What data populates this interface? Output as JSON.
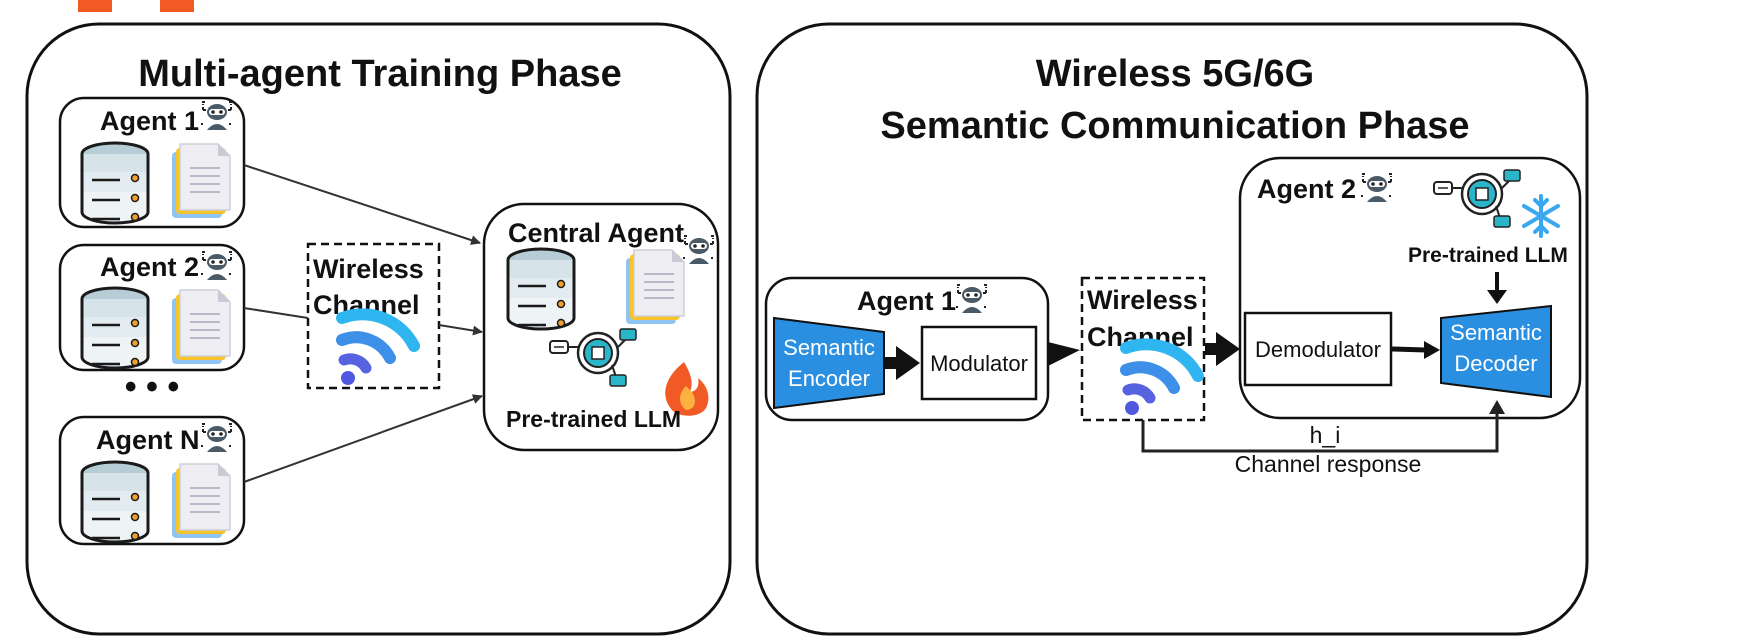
{
  "colors": {
    "accent_blue": "#2a8fe0",
    "accent_orange": "#f15a24",
    "stroke": "#111111"
  },
  "left_panel": {
    "title": "Multi-agent Training Phase",
    "agents": [
      "Agent 1",
      "Agent 2",
      "Agent N"
    ],
    "ellipsis": "• • •",
    "wireless_line1": "Wireless",
    "wireless_line2": "Channel",
    "central_agent": "Central Agent",
    "pretrained_llm": "Pre-trained LLM"
  },
  "right_panel": {
    "title_line1": "Wireless 5G/6G",
    "title_line2": "Semantic Communication Phase",
    "agent1": "Agent 1",
    "agent2": "Agent 2",
    "semantic_encoder_line1": "Semantic",
    "semantic_encoder_line2": "Encoder",
    "modulator": "Modulator",
    "wireless_line1": "Wireless",
    "wireless_line2": "Channel",
    "demodulator": "Demodulator",
    "semantic_decoder_line1": "Semantic",
    "semantic_decoder_line2": "Decoder",
    "pretrained_llm": "Pre-trained LLM",
    "h_label": "h_i",
    "channel_response": "Channel response"
  },
  "icons": [
    "database-icon",
    "document-icon",
    "robot-icon",
    "wifi-icon",
    "brain-chip-icon",
    "fire-icon",
    "snowflake-icon",
    "chat-bubble-icon"
  ]
}
